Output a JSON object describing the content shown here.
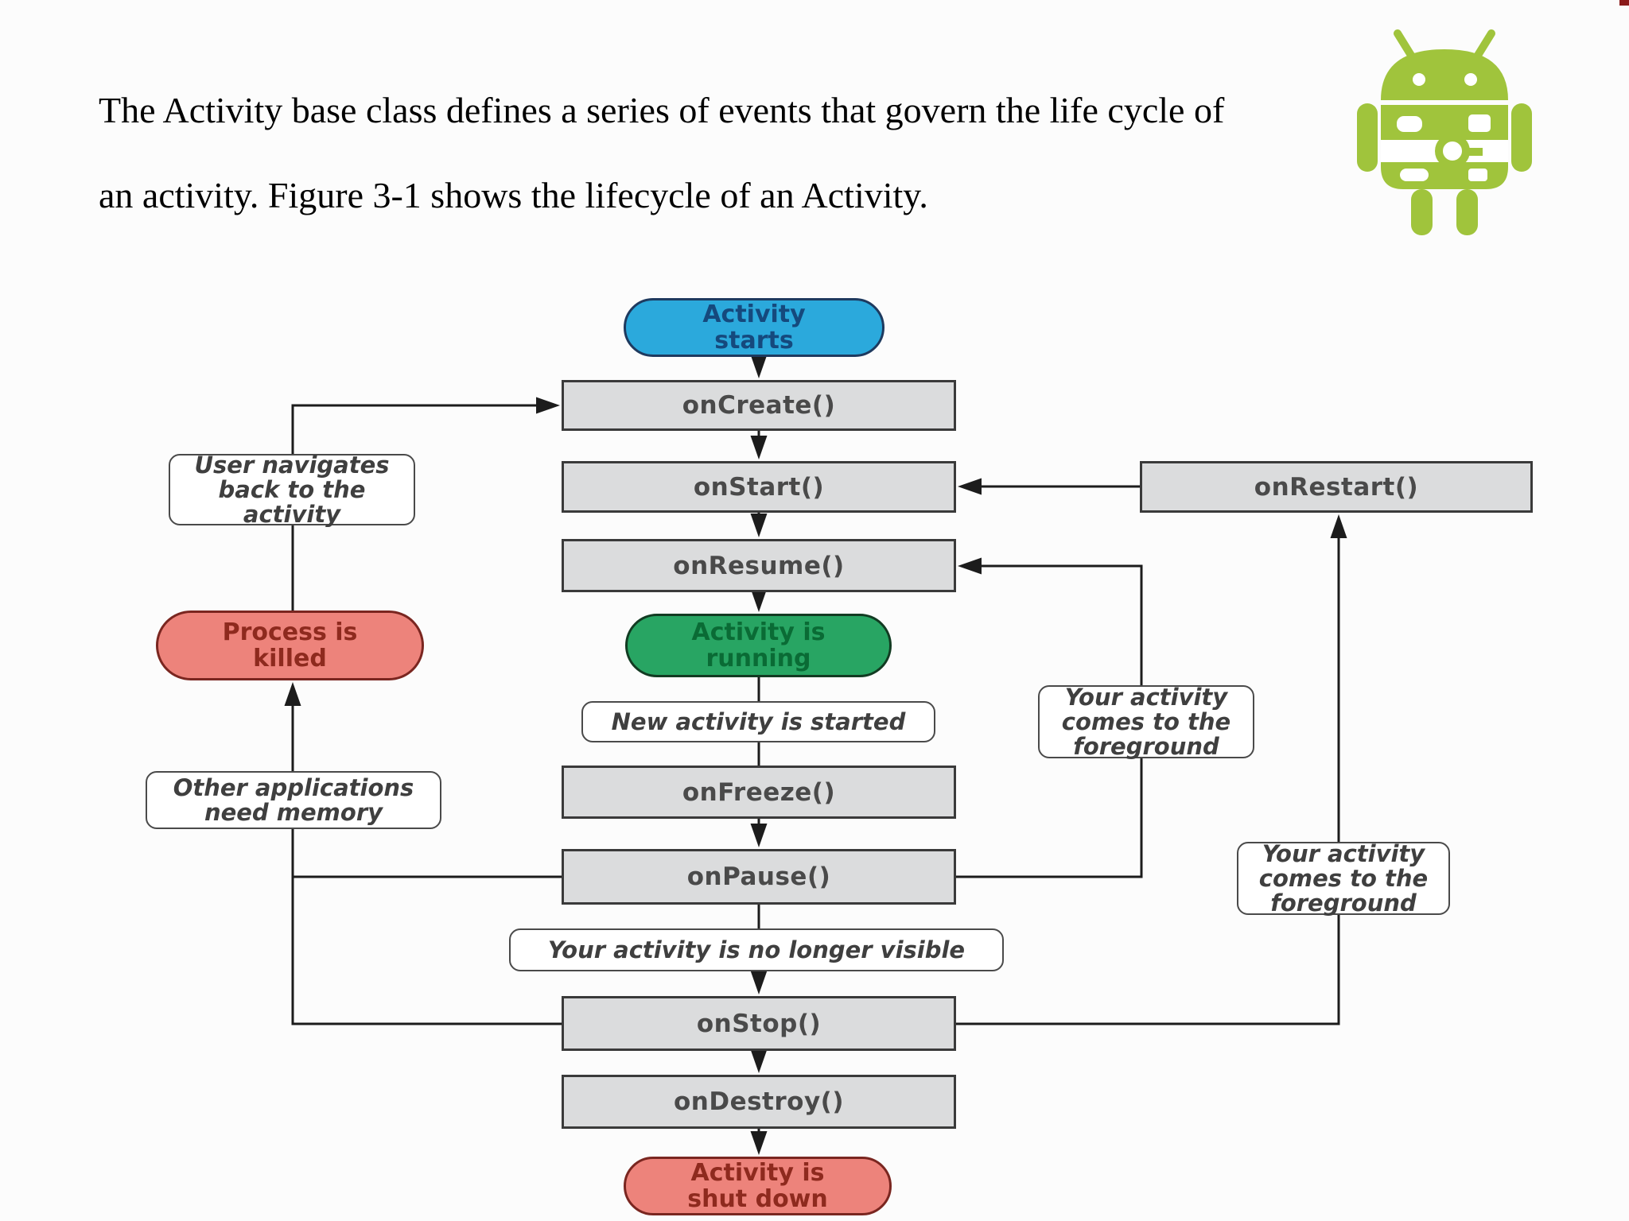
{
  "page": {
    "intro_line1": "The Activity base class defines a series of events that govern the life cycle of",
    "intro_line2": "an activity. Figure 3-1 shows the lifecycle of an Activity.",
    "figure_reference": "Figure 3-1"
  },
  "diagram": {
    "nodes": {
      "activity_starts": {
        "label": "Activity\nstarts",
        "shape": "oval",
        "fill": "#2BA9DC",
        "text_color": "#15497D"
      },
      "on_create": {
        "label": "onCreate()",
        "shape": "rect",
        "fill": "#DBDCDD"
      },
      "on_start": {
        "label": "onStart()",
        "shape": "rect",
        "fill": "#DBDCDD"
      },
      "on_resume": {
        "label": "onResume()",
        "shape": "rect",
        "fill": "#DBDCDD"
      },
      "activity_running": {
        "label": "Activity is\nrunning",
        "shape": "oval",
        "fill": "#28A563",
        "text_color": "#0A6B35"
      },
      "on_freeze": {
        "label": "onFreeze()",
        "shape": "rect",
        "fill": "#DBDCDD"
      },
      "on_pause": {
        "label": "onPause()",
        "shape": "rect",
        "fill": "#DBDCDD"
      },
      "on_stop": {
        "label": "onStop()",
        "shape": "rect",
        "fill": "#DBDCDD"
      },
      "on_destroy": {
        "label": "onDestroy()",
        "shape": "rect",
        "fill": "#DBDCDD"
      },
      "on_restart": {
        "label": "onRestart()",
        "shape": "rect",
        "fill": "#DBDCDD"
      },
      "activity_shut_down": {
        "label": "Activity is\nshut down",
        "shape": "oval",
        "fill": "#ED837B",
        "text_color": "#8E2A1E"
      },
      "process_killed": {
        "label": "Process is\nkilled",
        "shape": "oval",
        "fill": "#ED837B",
        "text_color": "#8E2A1E"
      }
    },
    "annotations": {
      "user_navigates": {
        "label": "User navigates\nback to the\nactivity"
      },
      "new_activity": {
        "label": "New activity is started"
      },
      "other_apps": {
        "label": "Other applications\nneed memory"
      },
      "no_longer_visible": {
        "label": "Your activity is no longer visible"
      },
      "foreground_mid": {
        "label": "Your activity\ncomes to the\nforeground"
      },
      "foreground_right": {
        "label": "Your activity\ncomes to the\nforeground"
      }
    },
    "edges": [
      {
        "from": "activity_starts",
        "to": "on_create",
        "arrow": true
      },
      {
        "from": "on_create",
        "to": "on_start",
        "arrow": true
      },
      {
        "from": "on_start",
        "to": "on_resume",
        "arrow": true
      },
      {
        "from": "on_resume",
        "to": "activity_running",
        "arrow": true
      },
      {
        "from": "activity_running",
        "to": "on_freeze",
        "arrow": false,
        "via_label": "New activity is started"
      },
      {
        "from": "on_freeze",
        "to": "on_pause",
        "arrow": true
      },
      {
        "from": "on_pause",
        "to": "on_stop",
        "arrow": true,
        "via_label": "Your activity is no longer visible"
      },
      {
        "from": "on_stop",
        "to": "on_destroy",
        "arrow": true
      },
      {
        "from": "on_destroy",
        "to": "activity_shut_down",
        "arrow": true
      },
      {
        "from": "on_restart",
        "to": "on_start",
        "arrow": true
      },
      {
        "from": "on_pause",
        "to": "on_resume",
        "arrow": true,
        "via_label": "Your activity\ncomes to the\nforeground"
      },
      {
        "from": "on_stop",
        "to": "on_restart",
        "arrow": true,
        "via_label": "Your activity\ncomes to the\nforeground"
      },
      {
        "from": "on_pause",
        "to": "process_killed_line",
        "arrow": false
      },
      {
        "from": "on_stop",
        "to": "process_killed",
        "arrow": true,
        "via_label": "Other applications\nneed memory"
      },
      {
        "from": "process_killed",
        "to": "on_create",
        "arrow": true,
        "via_label": "User navigates\nback to the\nactivity"
      }
    ],
    "colors": {
      "line": "#1C1C1C",
      "box_fill": "#DBDCDD",
      "box_border": "#3A3A3A",
      "box_text": "#4A4A4A",
      "note_fill": "#FFFFFF",
      "note_border": "#4A4A4A",
      "start_fill": "#2BA9DC",
      "running_fill": "#28A563",
      "killed_fill": "#ED837B",
      "android_green": "#A0C43C"
    }
  }
}
